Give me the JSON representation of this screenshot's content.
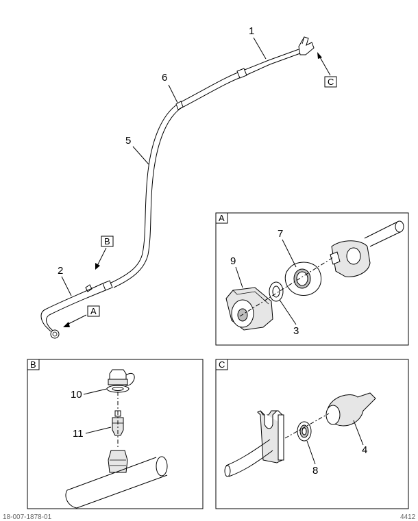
{
  "callouts": {
    "c1": "1",
    "c2": "2",
    "c3": "3",
    "c4": "4",
    "c5": "5",
    "c6": "6",
    "c7": "7",
    "c8": "8",
    "c9": "9",
    "c10": "10",
    "c11": "11"
  },
  "views": {
    "a": "A",
    "b": "B",
    "c": "C"
  },
  "footer": {
    "left": "18-007-1878-01",
    "right": "4412"
  }
}
